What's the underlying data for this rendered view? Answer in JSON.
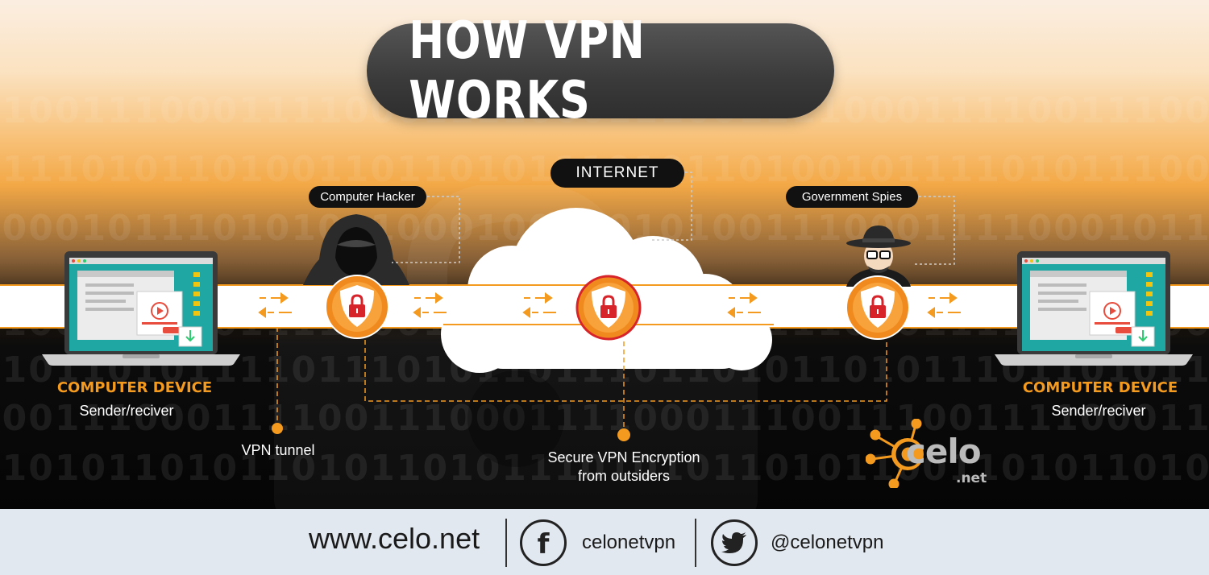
{
  "title": "HOW VPN WORKS",
  "labels": {
    "internet": "INTERNET",
    "hacker": "Computer Hacker",
    "spies": "Government Spies"
  },
  "devices": {
    "left": {
      "title": "COMPUTER DEVICE",
      "subtitle": "Sender/reciver"
    },
    "right": {
      "title": "COMPUTER DEVICE",
      "subtitle": "Sender/reciver"
    }
  },
  "notes": {
    "tunnel": "VPN tunnel",
    "encryption_line1": "Secure VPN Encryption",
    "encryption_line2": "from outsiders"
  },
  "background_binary": [
    "11001110001111000111100011100111100011110011100",
    "01110101101001101101011101011010010111101011100",
    "10001011101010110001001101010011100011110001011",
    "11001110001111000111100011100111100011110011100",
    "01011010111101110101101110110101101011101101011",
    "10011100011110011100011110001110011100111100011",
    "11010110101101011010111010101101011001101011010"
  ],
  "logo": {
    "name": "celo",
    "suffix": ".net"
  },
  "footer": {
    "website": "www.celo.net",
    "facebook": "celonetvpn",
    "twitter": "@celonetvpn"
  },
  "colors": {
    "accent": "#f39a1f",
    "shield": "#f18a1e",
    "lock": "#d7242b",
    "title_pill": "#3d3d3d",
    "footer": "#e2e8f0"
  },
  "icons": [
    "laptop-icon",
    "shield-lock-icon",
    "hacker-icon",
    "spy-icon",
    "cloud-icon",
    "facebook-icon",
    "twitter-icon"
  ]
}
